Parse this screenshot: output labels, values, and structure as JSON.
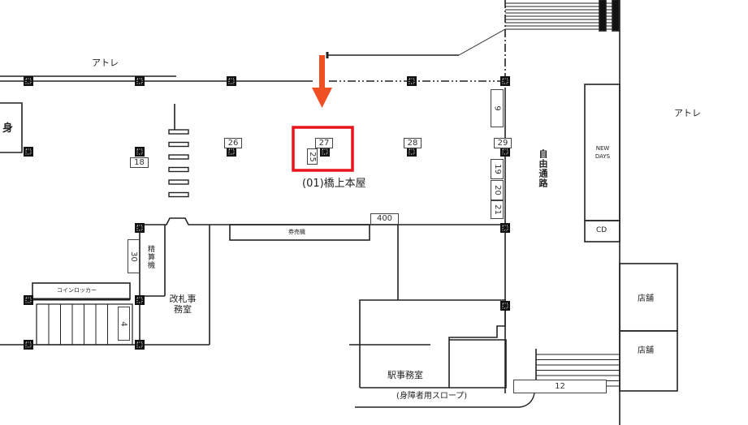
{
  "labels": {
    "atre_top": "アトレ",
    "atre_right": "アトレ",
    "mi": "身",
    "main_building": "(01)橋上本屋",
    "ticket_machines": "券売機",
    "fare_adjust": "精算機",
    "coin_locker": "コインロッカー",
    "gate_office": "改札事務室",
    "station_office": "駅事務室",
    "slope": "(身障者用スロープ)",
    "free_passage": "自由通路",
    "newdays": "NEW DAYS",
    "cd": "CD",
    "shop1": "店舗",
    "shop2": "店舗"
  },
  "markers": {
    "m26": "26",
    "m27": "27",
    "m25": "25",
    "m28": "28",
    "m29": "29",
    "m18": "18",
    "m9": "9",
    "m19": "19",
    "m20": "20",
    "m21": "21",
    "m400": "400",
    "m30": "30",
    "m4": "4",
    "m12": "12"
  },
  "colors": {
    "highlight": "#e8141b",
    "arrow": "#f04e23",
    "line": "#222222"
  }
}
